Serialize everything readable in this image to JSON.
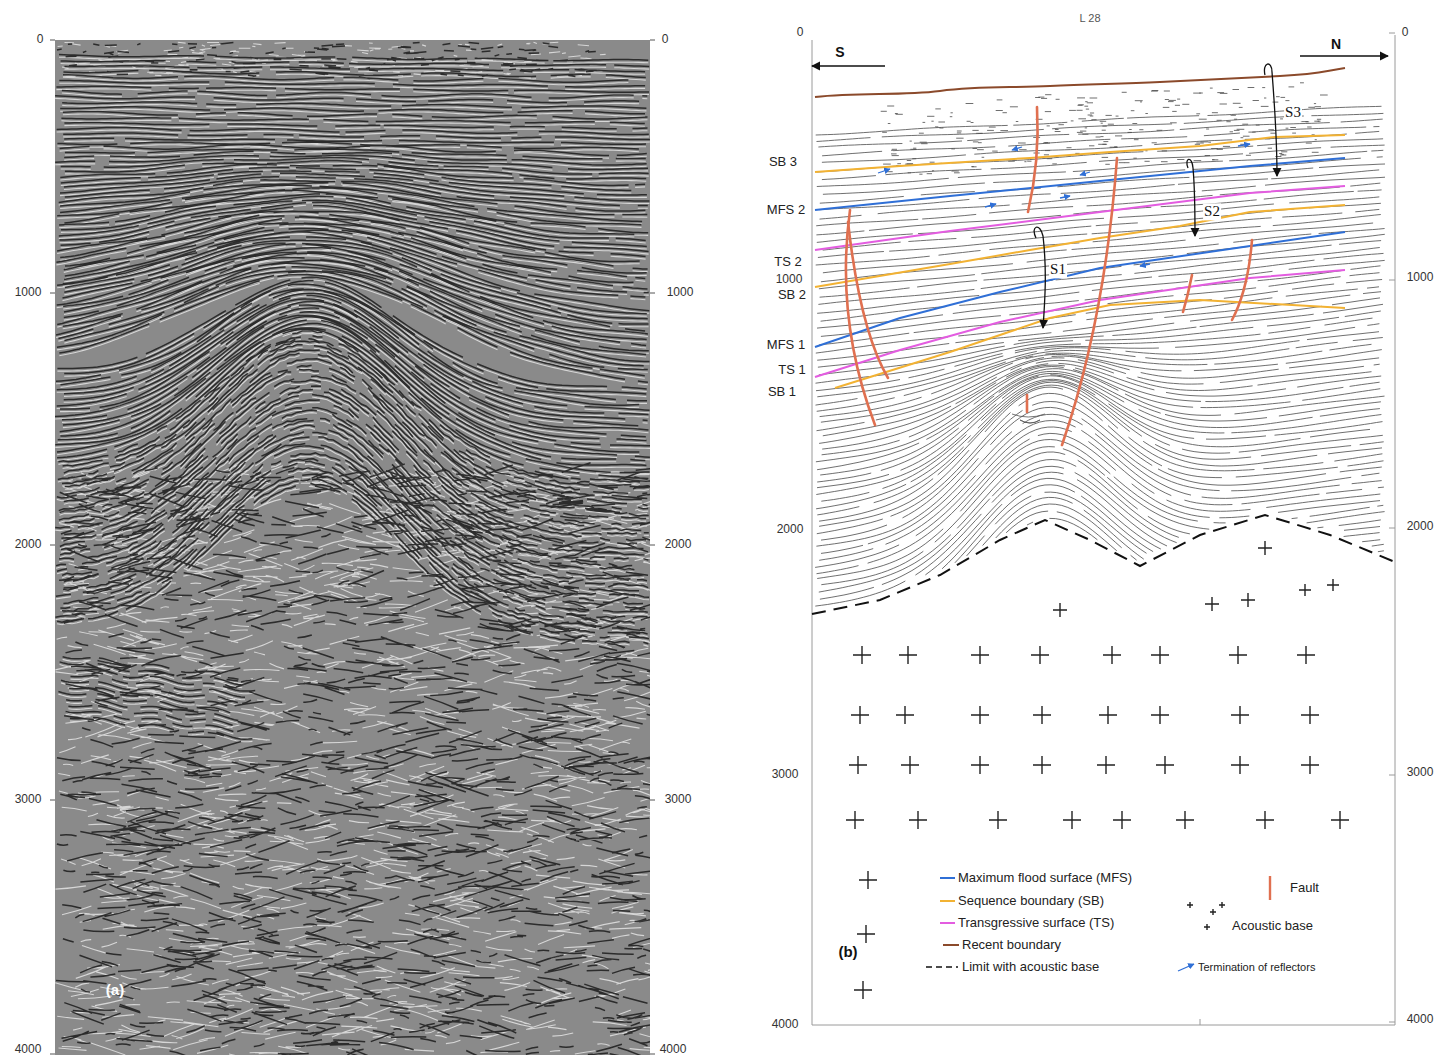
{
  "diagram": {
    "title": "L 28",
    "labels": [
      "0",
      "1000",
      "2000",
      "3000",
      "4000",
      "0",
      "1000",
      "2000",
      "3000",
      "4000",
      "(a)",
      "S",
      "N",
      "S3",
      "SB 3",
      "S2",
      "MFS 2",
      "TS 2",
      "1000",
      "S1",
      "SB 2",
      "MFS 1",
      "TS 1",
      "SB 1",
      "0",
      "2000",
      "3000",
      "4000",
      "0",
      "1000",
      "2000",
      "3000",
      "4000",
      "(b)"
    ],
    "legend": [
      {
        "text": "Maximum flood surface (MFS)"
      },
      {
        "text": "Sequence boundary (SB)"
      },
      {
        "text": "Transgressive surface (TS)"
      },
      {
        "text": "Recent boundary"
      },
      {
        "text": "Limit with acoustic base"
      },
      {
        "text": "Fault"
      },
      {
        "text": "Acoustic base"
      },
      {
        "text": "Termination of reflectors"
      }
    ]
  }
}
